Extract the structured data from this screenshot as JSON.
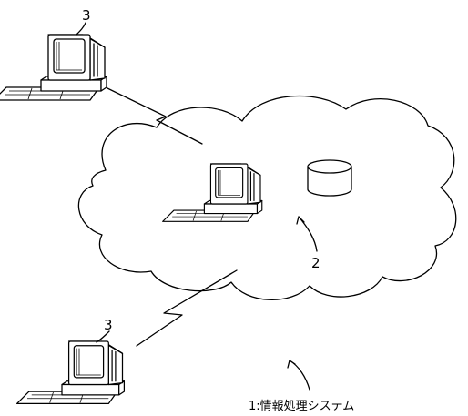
{
  "labels": {
    "terminal_top": "3",
    "terminal_bottom": "3",
    "network": "2",
    "system": "1:情報処理システム"
  }
}
